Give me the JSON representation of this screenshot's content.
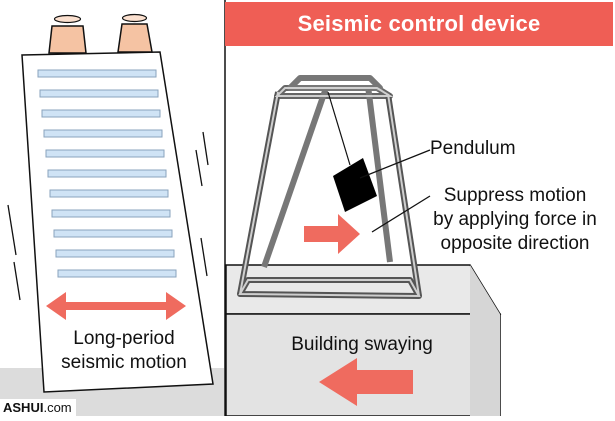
{
  "title": "Seismic control device",
  "labels": {
    "pendulum": "Pendulum",
    "suppress": [
      "Suppress motion",
      "by applying force in",
      "opposite direction"
    ],
    "long_period": [
      "Long-period",
      "seismic motion"
    ],
    "building_swaying": "Building swaying"
  },
  "watermark": {
    "brand": "ASHUI",
    "suffix": ".com"
  },
  "colors": {
    "accent": "#ef5e55",
    "arrow": "#ef6b5f",
    "ground_left": "#dcdcdc",
    "ground_right": "#e7e7e7",
    "pendulum": "#000000"
  }
}
